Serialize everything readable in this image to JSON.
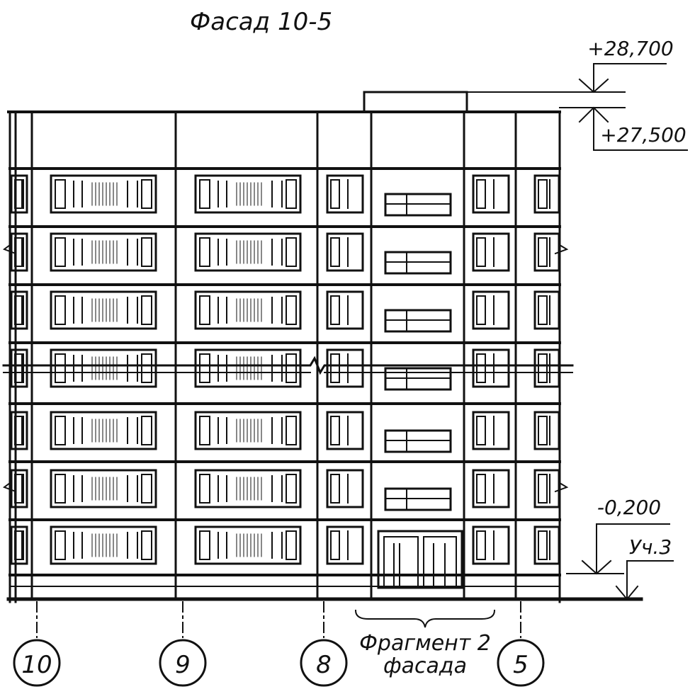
{
  "title": "Фасад 10-5",
  "levels": {
    "roof_top": "+28,700",
    "roof_parapet": "+27,500",
    "ground": "-0,200"
  },
  "section_note": "Уч.3",
  "fragment_note": {
    "line1": "Фрагмент 2",
    "line2": "фасада"
  },
  "axes": [
    "10",
    "9",
    "8",
    "5"
  ],
  "floors_shown": 7,
  "colors": {
    "ink": "#111111",
    "paper": "#ffffff"
  }
}
